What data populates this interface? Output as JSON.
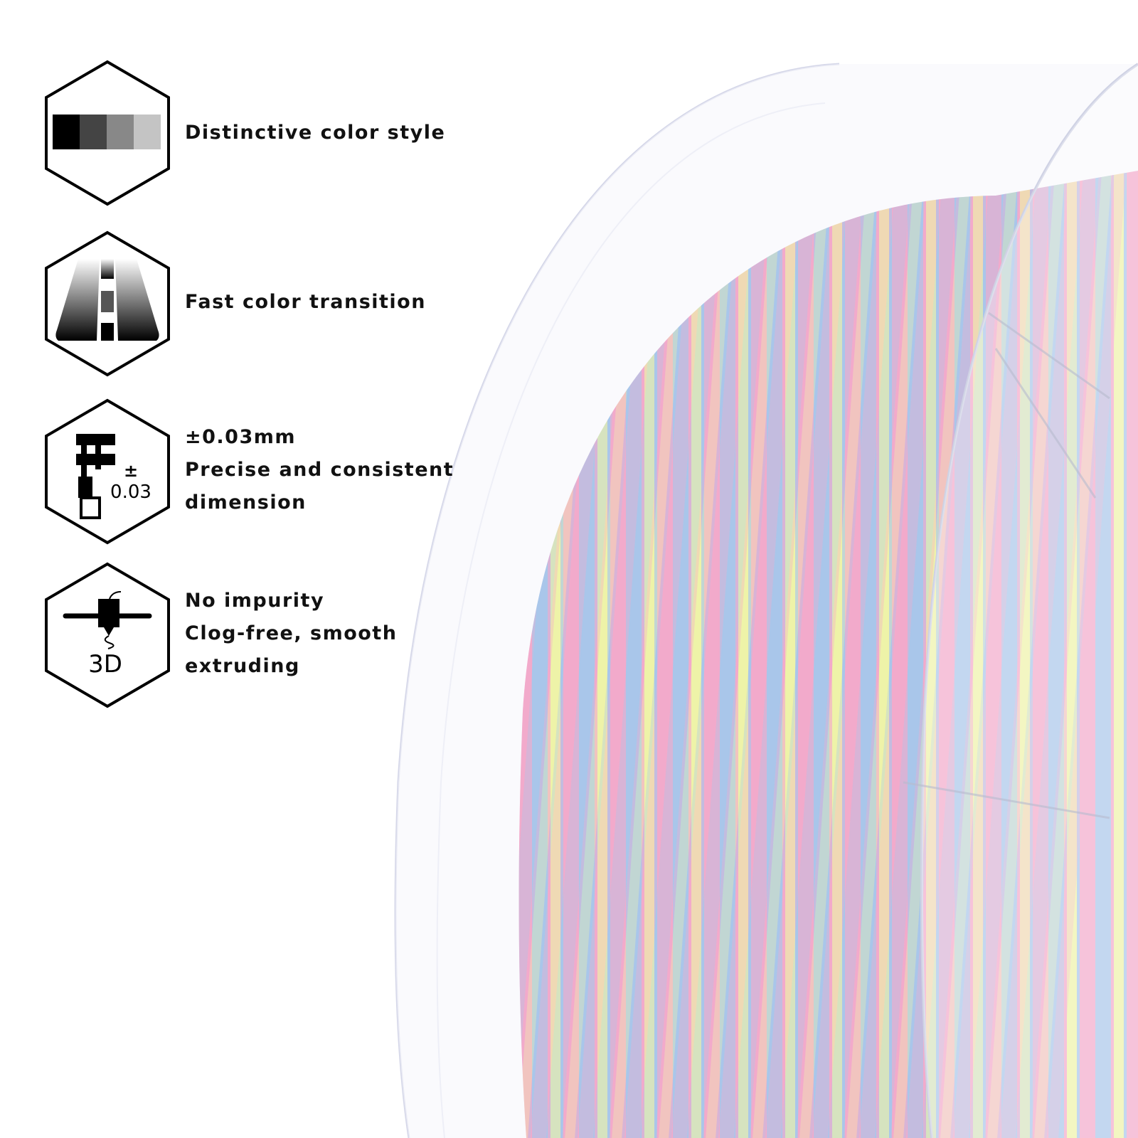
{
  "features": [
    {
      "icon": "grayscale-swatch-icon",
      "lines": [
        "Distinctive color style"
      ]
    },
    {
      "icon": "road-gradient-icon",
      "lines": [
        "Fast color transition"
      ]
    },
    {
      "icon": "caliper-icon",
      "icon_text": [
        "±",
        "0.03"
      ],
      "lines": [
        "±0.03mm",
        "Precise and consistent",
        "dimension"
      ]
    },
    {
      "icon": "3d-printer-nozzle-icon",
      "icon_text": [
        "3D"
      ],
      "lines": [
        "No impurity",
        "Clog-free, smooth",
        "extruding"
      ]
    }
  ],
  "colors": {
    "pink": "#f2aacb",
    "blue": "#a9c6ea",
    "yellow": "#eef3a8",
    "flange": "#e4e6f2"
  }
}
